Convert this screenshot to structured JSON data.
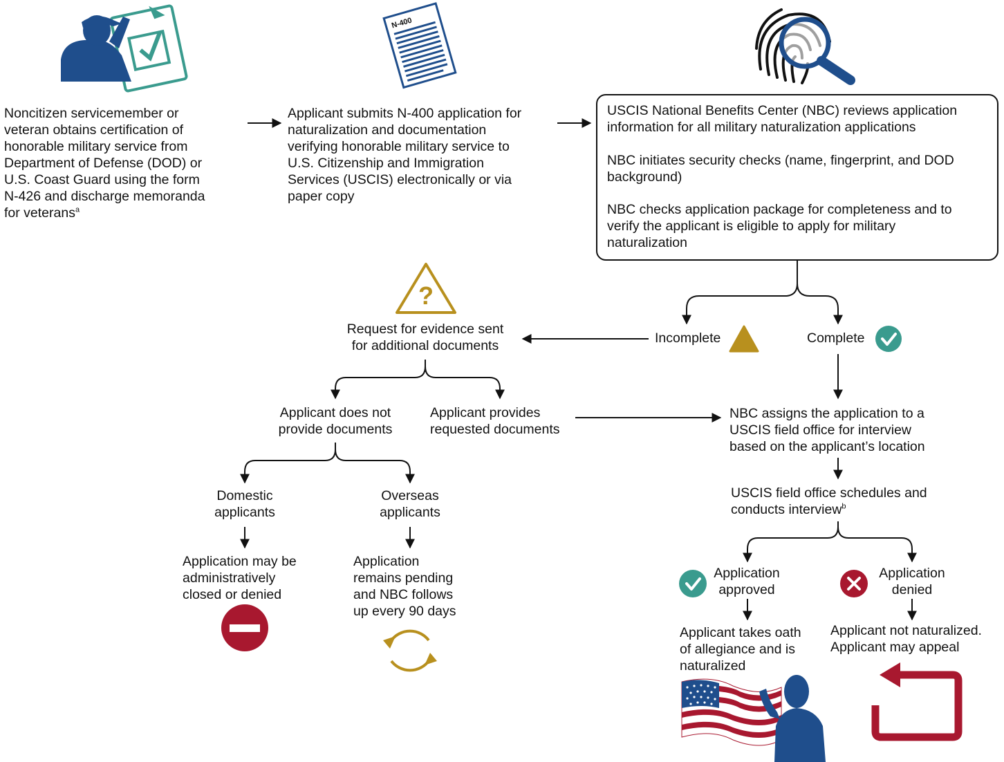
{
  "colors": {
    "navy": "#1f4e8c",
    "teal": "#3a9b8e",
    "gold": "#b8901e",
    "crimson": "#a8182f",
    "line": "#111111"
  },
  "steps": {
    "step1": "Noncitizen servicemember or\nveteran obtains certification of\nhonorable military service from\nDepartment of Defense (DOD) or\nU.S. Coast Guard using the form\nN-426 and discharge memoranda\nfor veterans",
    "step1_note": "a",
    "step2": "Applicant submits N-400 application for\nnaturalization and documentation\nverifying honorable military service to\nU.S. Citizenship and Immigration\nServices (USCIS) electronically or via\npaper copy",
    "nbc_review": "USCIS National Benefits Center (NBC) reviews application\ninformation for all military naturalization applications",
    "nbc_security": "NBC initiates security checks (name, fingerprint, and DOD\nbackground)",
    "nbc_check": "NBC checks application package for completeness and to\nverify the applicant is eligible to apply for military\nnaturalization"
  },
  "branches": {
    "incomplete": "Incomplete",
    "complete": "Complete",
    "rfe": "Request for evidence sent\nfor additional documents",
    "not_provide": "Applicant does not\nprovide documents",
    "provides": "Applicant provides\nrequested documents",
    "domestic": "Domestic\napplicants",
    "overseas": "Overseas\napplicants",
    "domestic_result": "Application may be\nadministratively\nclosed or denied",
    "overseas_result": "Application\nremains pending\nand NBC follows\nup every 90 days",
    "assign": "NBC assigns the application to a\nUSCIS field office for interview\nbased on the applicant’s location",
    "interview": "USCIS field office schedules and\nconducts interview",
    "interview_note": "b",
    "approved": "Application\napproved",
    "denied": "Application\ndenied",
    "approved_result": "Applicant takes oath\nof allegiance and is\nnaturalized",
    "denied_result": "Applicant not naturalized.\nApplicant may appeal"
  },
  "icons": {
    "form_label": "N-400"
  }
}
